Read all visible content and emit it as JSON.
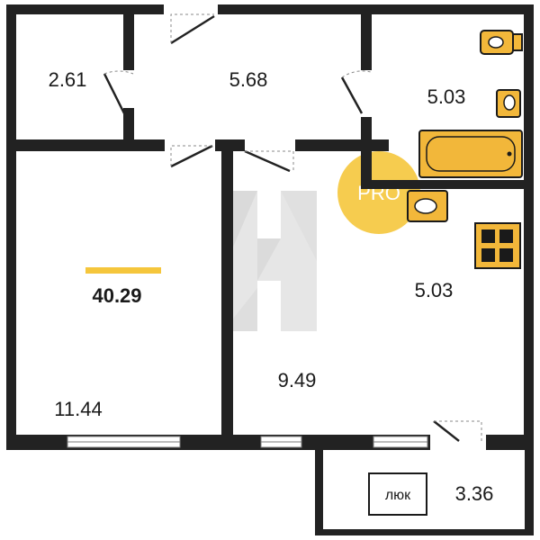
{
  "floor_plan": {
    "total_area": "40.29",
    "rooms": {
      "storage": "2.61",
      "hallway": "5.68",
      "bathroom": "5.03",
      "kitchen": "5.03",
      "living": "9.49",
      "bedroom": "11.44",
      "balcony": "3.36"
    },
    "hatch_label": "люк",
    "badge_text": "PRO"
  },
  "colors": {
    "accent_yellow": "#f2b73a",
    "badge_yellow": "#f5c63c",
    "wall": "#222222"
  },
  "icons": [
    "toilet-icon",
    "sink-icon",
    "bathtub-icon",
    "stove-icon",
    "watermark-logo-icon"
  ]
}
